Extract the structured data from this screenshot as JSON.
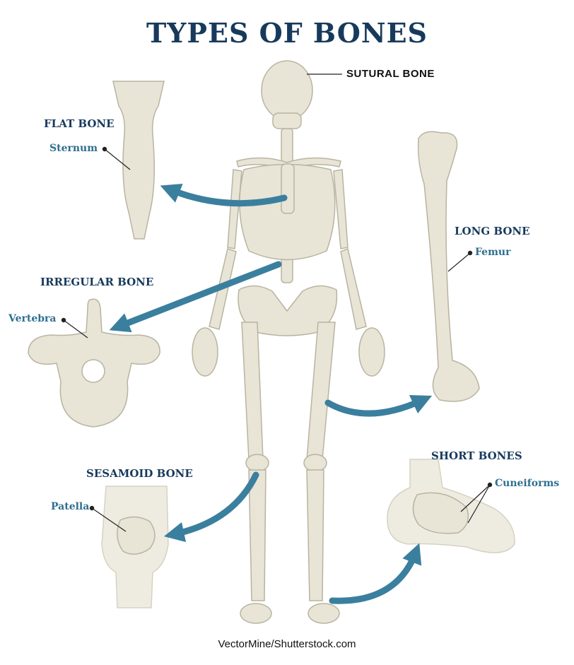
{
  "title": "TYPES OF BONES",
  "labels": {
    "sutural_bone": "SUTURAL BONE",
    "flat_bone": "FLAT BONE",
    "sternum": "Sternum",
    "irregular_bone": "IRREGULAR BONE",
    "vertebra": "Vertebra",
    "long_bone": "LONG BONE",
    "femur": "Femur",
    "sesamoid_bone": "SESAMOID BONE",
    "patella": "Patella",
    "short_bones": "SHORT BONES",
    "cuneiforms": "Cuneiforms"
  },
  "credit": "VectorMine/Shutterstock.com",
  "colors": {
    "title": "#173a5c",
    "accent": "#3b7f9e",
    "label": "#2f6f8f",
    "bone_fill": "#e8e4d6",
    "bone_stroke": "#b9b4a1",
    "text_dark": "#111111"
  }
}
